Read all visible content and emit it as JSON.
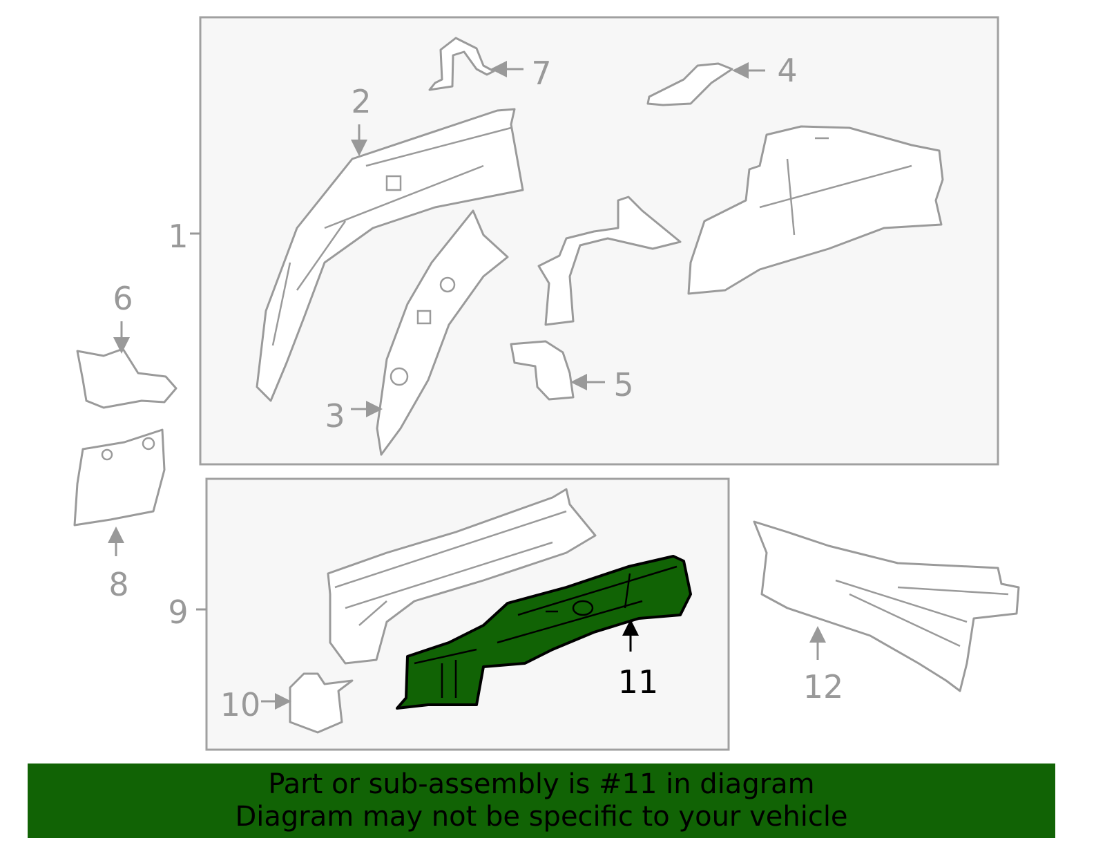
{
  "diagram": {
    "callouts": [
      "1",
      "2",
      "3",
      "4",
      "5",
      "6",
      "7",
      "8",
      "9",
      "10",
      "11",
      "12"
    ],
    "highlighted_part": "11",
    "colors": {
      "highlight_fill": "#116305",
      "outline": "#9a9a9a",
      "group_box_fill": "#f7f7f7",
      "banner_background": "#116305"
    }
  },
  "banner": {
    "line1": "Part or sub-assembly is #11 in diagram",
    "line2": "Diagram may not be specific to your vehicle"
  }
}
